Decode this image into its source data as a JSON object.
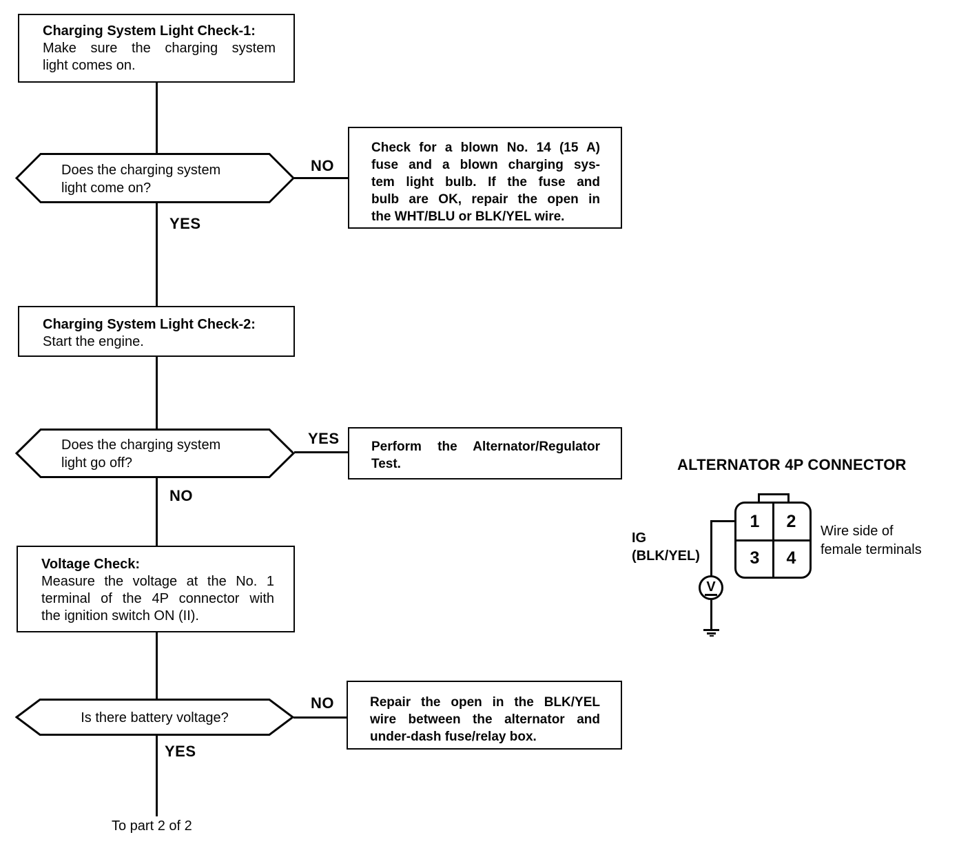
{
  "colors": {
    "ink": "#060606",
    "paper": "#ffffff"
  },
  "nodes": {
    "check1": {
      "title": "Charging System Light Check-1:",
      "lines": [
        "Make sure the charging system",
        "light comes on."
      ]
    },
    "q1": {
      "lines": [
        "Does the charging system",
        "light come on?"
      ]
    },
    "fuse_action": {
      "lines": [
        "Check for a blown No. 14 (15 A)",
        "fuse and a blown charging sys-",
        "tem light bulb. If the fuse and",
        "bulb are OK, repair the open in",
        "the WHT/BLU or BLK/YEL wire."
      ]
    },
    "check2": {
      "title": "Charging System Light Check-2:",
      "lines": [
        "Start the engine."
      ]
    },
    "q2": {
      "lines": [
        "Does the charging system",
        "light go off?"
      ]
    },
    "alt_action": {
      "lines": [
        "Perform the Alternator/Regulator",
        "Test."
      ]
    },
    "voltage": {
      "title": "Voltage Check:",
      "lines": [
        "Measure the voltage at the No. 1",
        "terminal of the 4P connector with",
        "the ignition switch ON (II)."
      ]
    },
    "q3": {
      "lines": [
        "Is there battery voltage?"
      ]
    },
    "repair_action": {
      "lines": [
        "Repair the open in the BLK/YEL",
        "wire between the alternator and",
        "under-dash fuse/relay box."
      ]
    },
    "to_part": "To part 2 of 2"
  },
  "edges": {
    "q1_no": "NO",
    "q1_yes": "YES",
    "q2_yes": "YES",
    "q2_no": "NO",
    "q3_no": "NO",
    "q3_yes": "YES"
  },
  "connector": {
    "title": "ALTERNATOR 4P CONNECTOR",
    "pins": [
      "1",
      "2",
      "3",
      "4"
    ],
    "ig_line1": "IG",
    "ig_line2": "(BLK/YEL)",
    "meter": "V",
    "side_note_lines": [
      "Wire side of",
      "female terminals"
    ]
  }
}
